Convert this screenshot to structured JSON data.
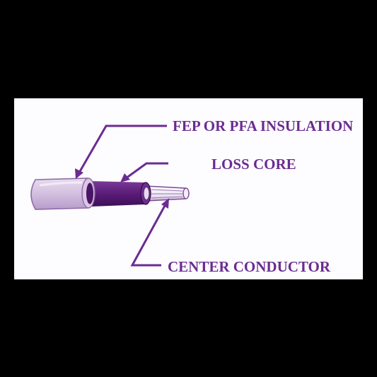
{
  "colors": {
    "background": "#000000",
    "panel": "#fdfcfe",
    "label": "#6a2c91",
    "insulation": "#cdb6da",
    "insulation_edge": "#b498c8",
    "core": "#5c1f7a",
    "core_dark": "#3e1057",
    "conductor": "#ede4f3",
    "arrow": "#6a2c91"
  },
  "labels": {
    "insulation": "FEP OR PFA INSULATION",
    "core": "LOSS CORE",
    "conductor": "CENTER CONDUCTOR"
  }
}
